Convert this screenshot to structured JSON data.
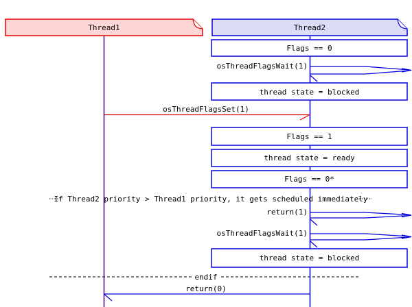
{
  "diagram": {
    "participants": {
      "thread1": {
        "label": "Thread1",
        "border_color": "#e00000",
        "fill_color": "#ffd6d6",
        "lifeline_color": "#4b0082"
      },
      "thread2": {
        "label": "Thread2",
        "border_color": "#0000dd",
        "fill_color": "#dcdcf6",
        "lifeline_color": "#0000dd"
      }
    },
    "thread2_states": {
      "s1": "Flags == 0",
      "s2": "thread state = blocked",
      "s3": "Flags == 1",
      "s4": "thread state = ready",
      "s5": "Flags == 0*",
      "s6": "thread state = blocked"
    },
    "messages": {
      "wait1": "osThreadFlagsWait(1)",
      "set": "osThreadFlagsSet(1)",
      "return1": "return(1)",
      "wait2": "osThreadFlagsWait(1)",
      "return0": "return(0)"
    },
    "dividers": {
      "if_text": "If Thread2 priority > Thread1 priority, it gets scheduled immediately",
      "endif_text": "endif"
    },
    "colors": {
      "set_arrow": "#e00000",
      "kernel_arrow": "#0000dd",
      "divider": "#000000"
    }
  }
}
